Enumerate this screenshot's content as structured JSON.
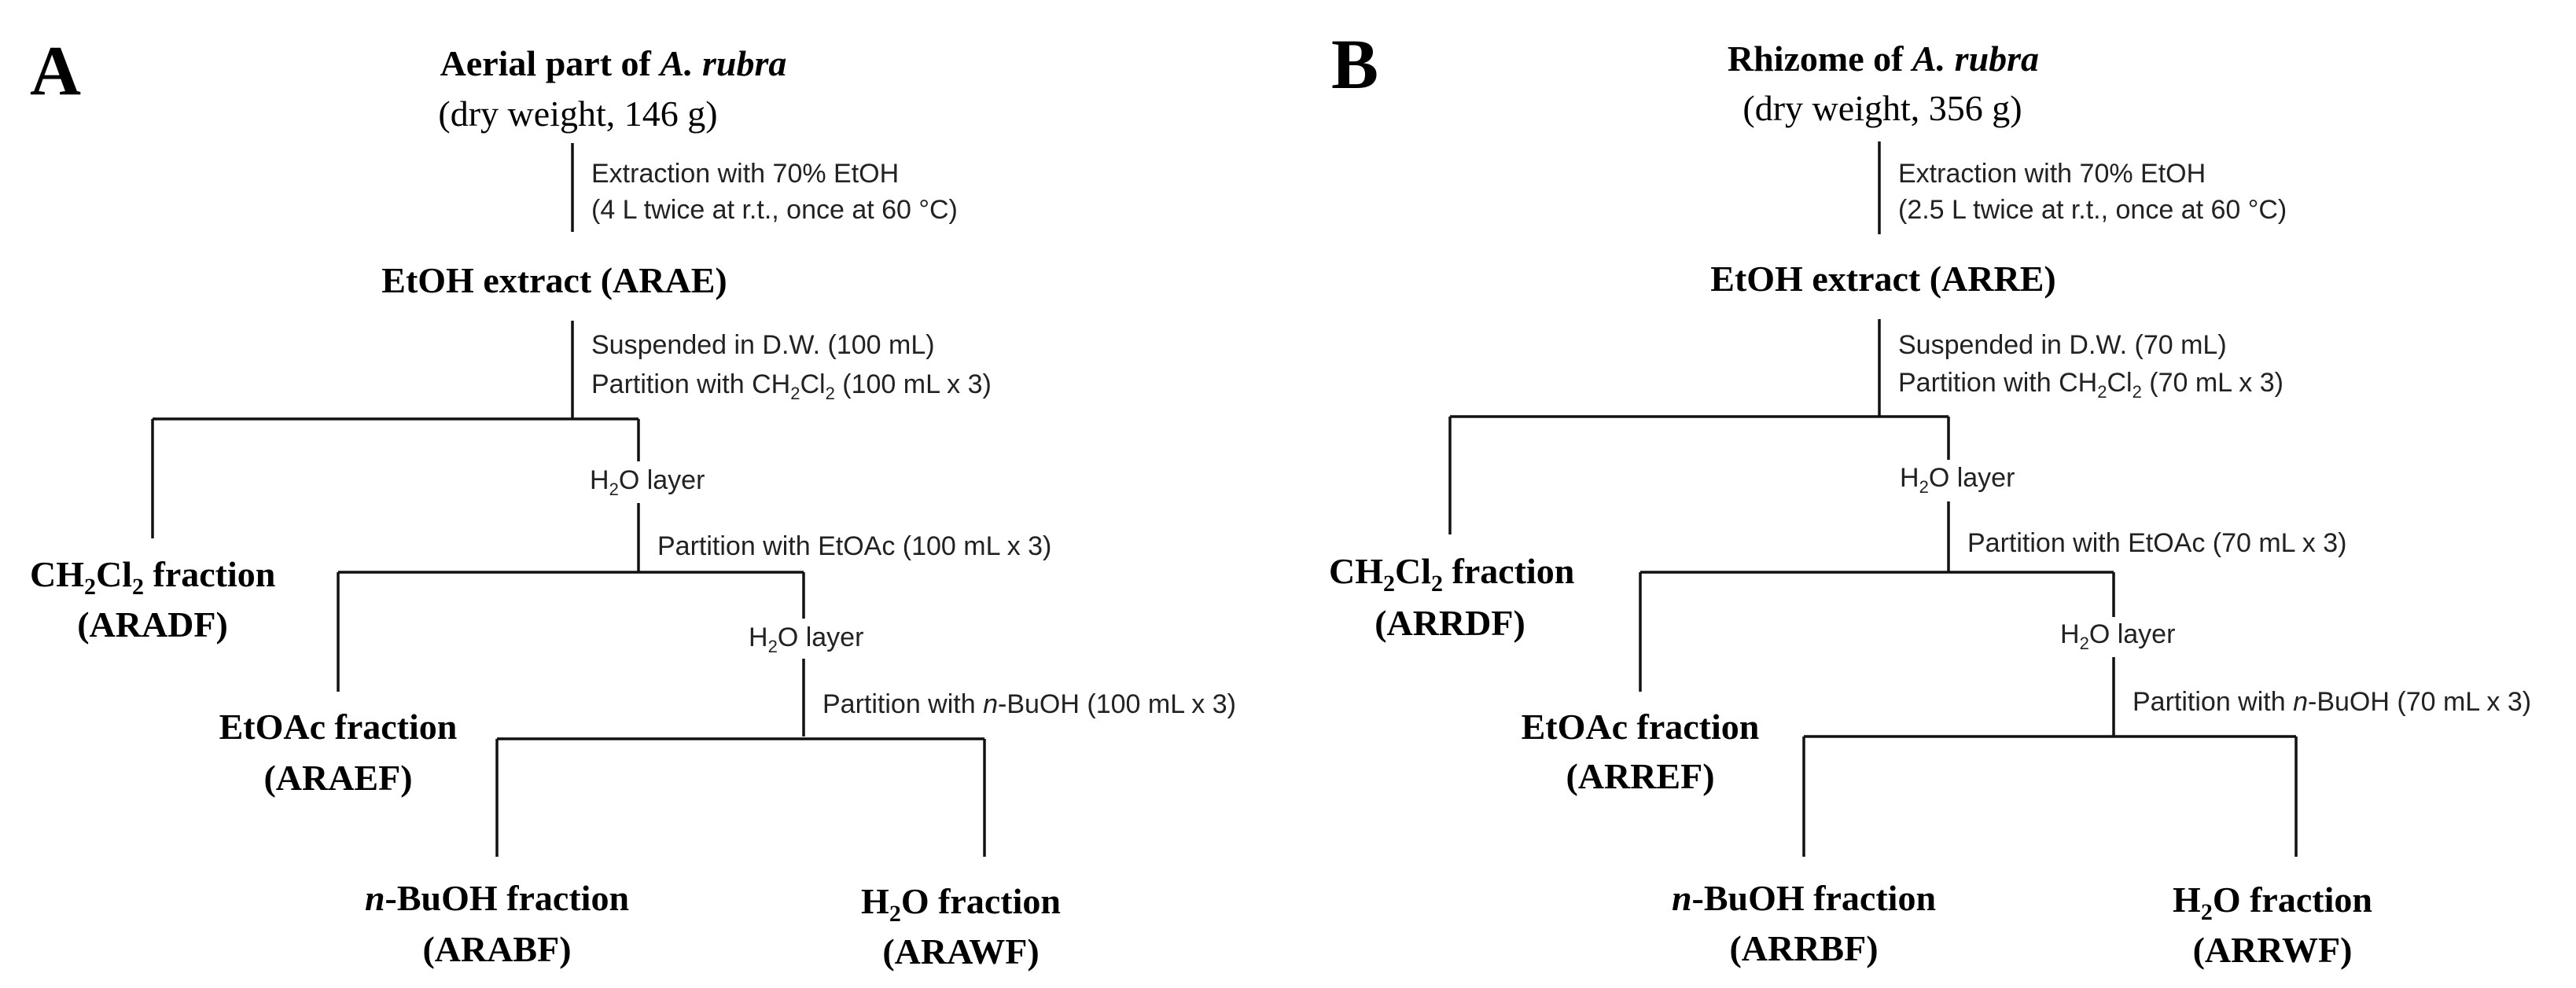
{
  "panels": [
    {
      "letter": "A",
      "source_title": "Aerial part of ",
      "source_species": "A. rubra",
      "dry_weight": "(dry weight, 146 g)",
      "extraction_line1": "Extraction with 70% EtOH",
      "extraction_line2": "(4 L twice at r.t., once at 60 °C)",
      "extract": "EtOH extract (ARAE)",
      "suspend": "Suspended in D.W. (100 mL)",
      "partition1_prefix": "Partition with CH",
      "partition1_suffix": " (100 mL x 3)",
      "h2o_layer_1": "layer",
      "ch2cl2_fraction_code": "(ARADF)",
      "partition2": "Partition with EtOAc (100 mL x 3)",
      "h2o_layer_2": "layer",
      "etoac_fraction": "EtOAc fraction",
      "etoac_fraction_code": "(ARAEF)",
      "partition3_prefix": "Partition with ",
      "partition3_italic": "n",
      "partition3_suffix": "-BuOH (100 mL x 3)",
      "buoh_fraction_italic": "n",
      "buoh_fraction": "-BuOH fraction",
      "buoh_fraction_code": "(ARABF)",
      "h2o_fraction": "fraction",
      "h2o_fraction_code": "(ARAWF)"
    },
    {
      "letter": "B",
      "source_title": "Rhizome of ",
      "source_species": "A. rubra",
      "dry_weight": "(dry weight, 356 g)",
      "extraction_line1": "Extraction with 70% EtOH",
      "extraction_line2": "(2.5 L twice at r.t., once at 60 °C)",
      "extract": "EtOH extract (ARRE)",
      "suspend": "Suspended in D.W. (70 mL)",
      "partition1_prefix": "Partition with CH",
      "partition1_suffix": " (70 mL x 3)",
      "h2o_layer_1": "layer",
      "ch2cl2_fraction_code": "(ARRDF)",
      "partition2": "Partition with EtOAc (70 mL x 3)",
      "h2o_layer_2": "layer",
      "etoac_fraction": "EtOAc fraction",
      "etoac_fraction_code": "(ARREF)",
      "partition3_prefix": "Partition with ",
      "partition3_italic": "n",
      "partition3_suffix": "-BuOH (70 mL x 3)",
      "buoh_fraction_italic": "n",
      "buoh_fraction": "-BuOH fraction",
      "buoh_fraction_code": "(ARRBF)",
      "h2o_fraction": "fraction",
      "h2o_fraction_code": "(ARRWF)"
    }
  ]
}
